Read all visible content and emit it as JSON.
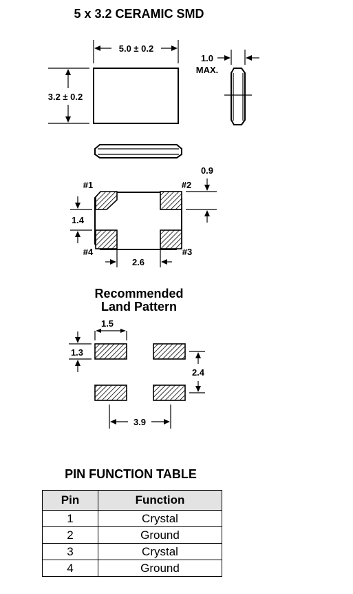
{
  "title": "5 x 3.2 CERAMIC SMD",
  "dimensions": {
    "length": "5.0 ± 0.2",
    "width": "3.2 ± 0.2",
    "height": "1.0",
    "height_note": "MAX.",
    "pad_height": "0.9",
    "pad_pitch_v": "1.4",
    "pad_gap_h": "2.6"
  },
  "pins": {
    "p1": "#1",
    "p2": "#2",
    "p3": "#3",
    "p4": "#4"
  },
  "land_pattern": {
    "title_line1": "Recommended",
    "title_line2": "Land Pattern",
    "pad_width": "1.5",
    "pad_height": "1.3",
    "pitch_v": "2.4",
    "pitch_h": "3.9"
  },
  "pin_table": {
    "title": "PIN FUNCTION TABLE",
    "headers": [
      "Pin",
      "Function"
    ],
    "rows": [
      [
        "1",
        "Crystal"
      ],
      [
        "2",
        "Ground"
      ],
      [
        "3",
        "Crystal"
      ],
      [
        "4",
        "Ground"
      ]
    ]
  }
}
